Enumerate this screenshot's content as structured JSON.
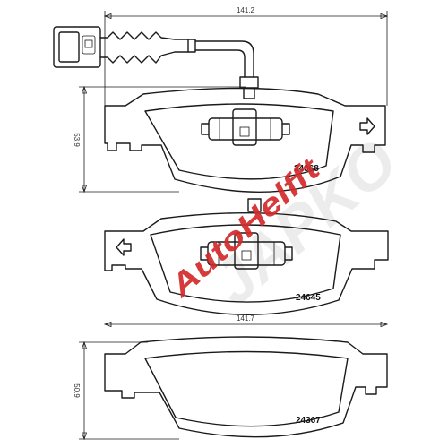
{
  "dimensions": {
    "top_width": "141.2",
    "top_height": "53.9",
    "bottom_width": "141.7",
    "bottom_height": "50.9"
  },
  "parts": {
    "top": "24368",
    "middle": "24645",
    "bottom": "24367"
  },
  "watermarks": {
    "brand": "AutoHelfft",
    "faint": "JAPKO"
  },
  "colors": {
    "line": "#1a1a1a",
    "watermark_red": "#d32a2a",
    "watermark_dark": "#222222",
    "watermark_faint": "#d0d0d0"
  }
}
